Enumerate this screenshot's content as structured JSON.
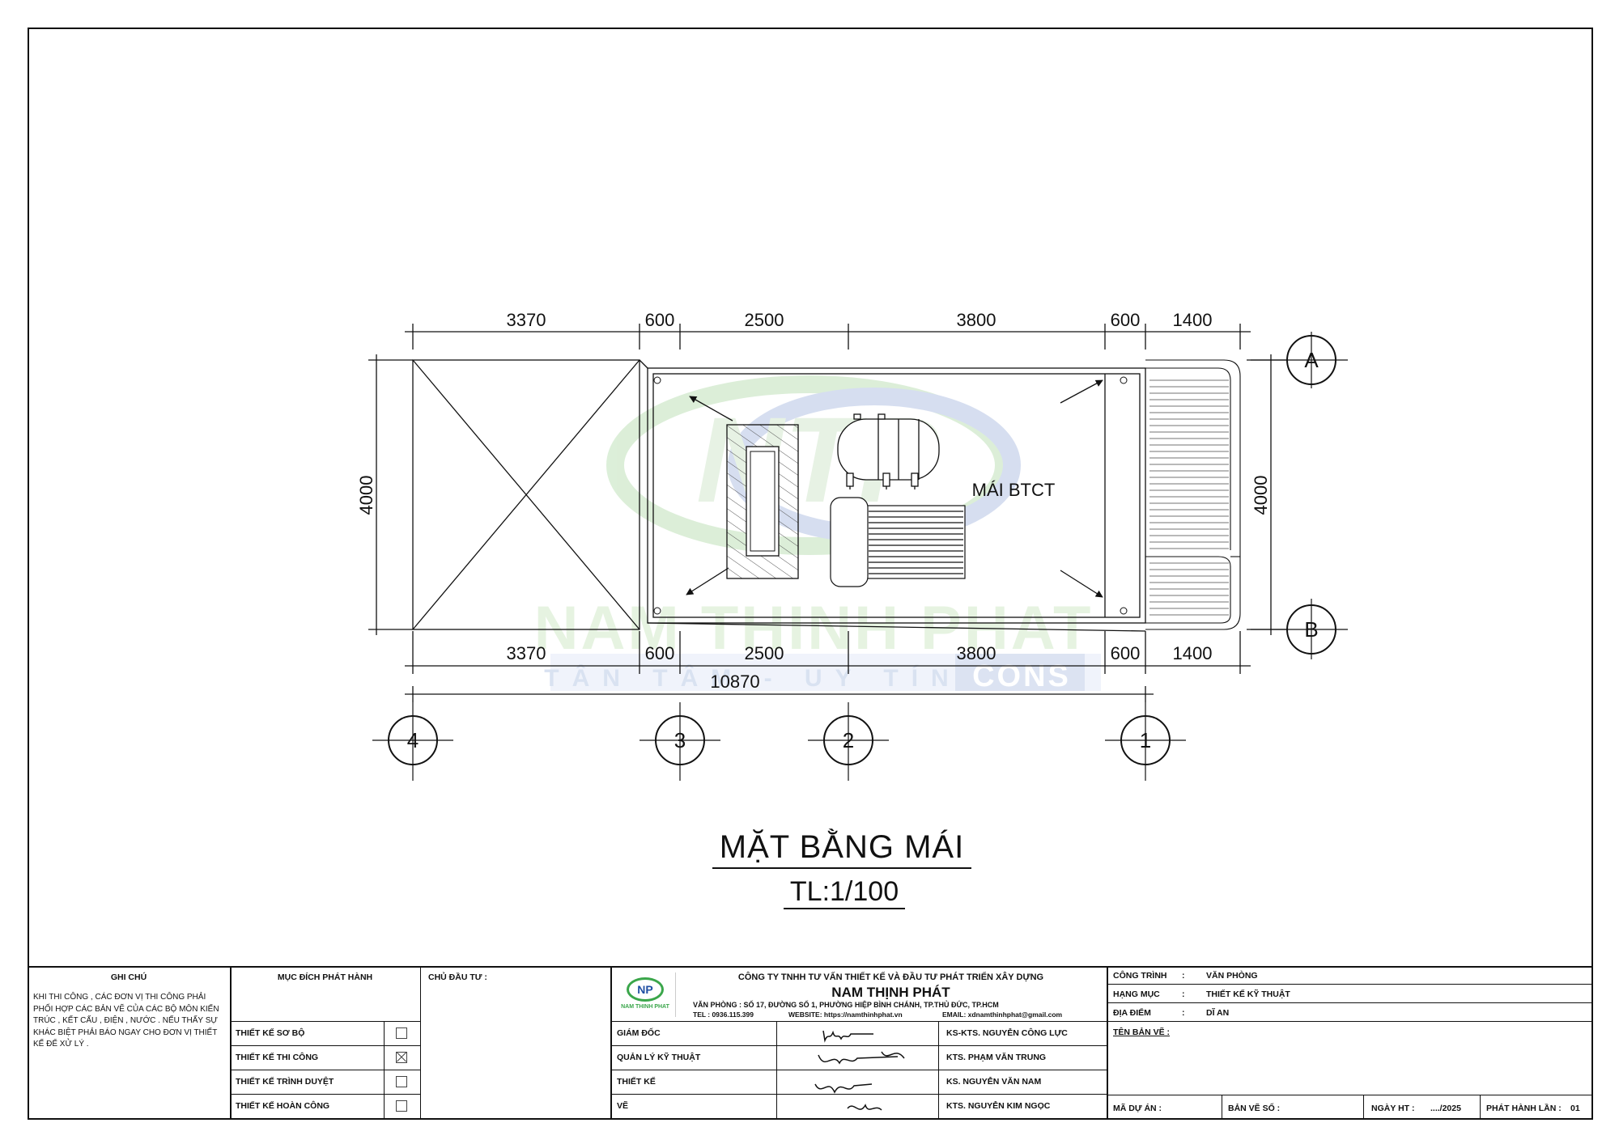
{
  "drawing": {
    "dims_top": [
      "3370",
      "600",
      "2500",
      "3800",
      "600",
      "1400"
    ],
    "dims_bottom": [
      "3370",
      "600",
      "2500",
      "3800",
      "600",
      "1400"
    ],
    "dim_total": "10870",
    "dim_left": "4000",
    "dim_right": "4000",
    "grid_rows": [
      "A",
      "B"
    ],
    "grid_cols": [
      "4",
      "3",
      "2",
      "1"
    ],
    "roof_label": "MÁI BTCT",
    "watermark_main": "NAM THINH PHAT",
    "watermark_sub": "TÂN TÂM - UY TÍN",
    "watermark_cons": "CONS",
    "watermark_logo": "NTP"
  },
  "title": {
    "main": "MẶT BẰNG MÁI",
    "scale": "TL:1/100"
  },
  "title_block": {
    "notes_header": "GHI CHÚ",
    "notes_text": "KHI THI CÔNG , CÁC ĐƠN VỊ THI CÔNG PHẢI PHỐI HỢP CÁC BẢN VẼ CỦA CÁC BỘ MÔN KIẾN TRÚC , KẾT CẤU , ĐIỆN , NƯỚC . NẾU THẤY SỰ KHÁC BIỆT PHẢI BÁO NGAY CHO ĐƠN VỊ THIẾT KẾ ĐỂ XỬ LÝ .",
    "purpose_header": "MỤC ĐÍCH PHÁT HÀNH",
    "purposes": [
      {
        "label": "THIẾT KẾ SƠ BỘ",
        "checked": false
      },
      {
        "label": "THIẾT KẾ THI CÔNG",
        "checked": true
      },
      {
        "label": "THIẾT KẾ TRÌNH DUYỆT",
        "checked": false
      },
      {
        "label": "THIẾT KẾ HOÀN CÔNG",
        "checked": false
      }
    ],
    "investor_label": "CHỦ ĐẦU TƯ :",
    "company_line1": "CÔNG TY TNHH TƯ VẤN THIẾT KẾ VÀ ĐẦU TƯ PHÁT TRIỂN XÂY DỰNG",
    "company_name": "NAM THỊNH PHÁT",
    "company_address": "VĂN PHÒNG  : SỐ 17, ĐƯỜNG SỐ 1, PHƯỜNG HIỆP BÌNH CHÁNH, TP.THỦ ĐỨC, TP.HCM",
    "company_tel": "TEL : 0936.115.399",
    "company_web": "WEBSITE: https://namthinhphat.vn",
    "company_email": "EMAIL: xdnamthinhphat@gmail.com",
    "logo_text": "NP",
    "logo_caption": "NAM THINH PHAT",
    "staff": [
      {
        "role": "GIÁM ĐỐC",
        "name": "KS-KTS. NGUYỄN CÔNG LỰC"
      },
      {
        "role": "QUẢN LÝ KỸ THUẬT",
        "name": "KTS. PHẠM VĂN  TRUNG"
      },
      {
        "role": "THIẾT KẾ",
        "name": "KS. NGUYỄN VĂN NAM"
      },
      {
        "role": "VẼ",
        "name": "KTS. NGUYỄN KIM NGỌC"
      }
    ],
    "project_label": "CÔNG TRÌNH",
    "project_value": "VĂN PHÒNG",
    "category_label": "HẠNG MỤC",
    "category_value": "THIẾT KẾ KỸ THUẬT",
    "location_label": "ĐỊA ĐIỂM",
    "location_value": "DĨ AN",
    "sheet_name_label": "TÊN BẢN VẼ :",
    "project_code_label": "MÃ DỰ ÁN :",
    "sheet_no_label": "BẢN VẼ SỐ :",
    "date_label": "NGÀY HT :",
    "date_value": "..../2025",
    "issue_label": "PHÁT HÀNH LẦN :",
    "issue_value": "01",
    "colon": ":"
  }
}
